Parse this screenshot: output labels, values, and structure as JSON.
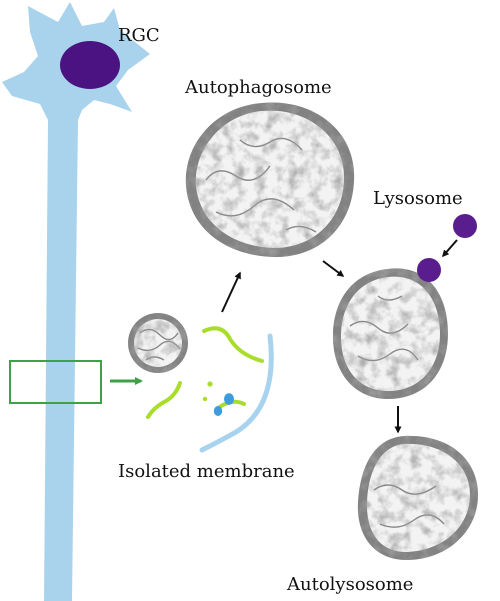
{
  "labels": {
    "rgc": "RGC",
    "autophagosome": "Autophagosome",
    "lysosome": "Lysosome",
    "isolated_membrane": "Isolated membrane",
    "autolysosome": "Autolysosome"
  },
  "colors": {
    "neuron": "#a9d3ec",
    "nucleus": "#4b1382",
    "lysosome": "#5a1d8e",
    "highlight_box": "#3fa047",
    "arrow_green": "#3fa047",
    "membrane_green": "#a8dd2c",
    "membrane_blue": "#a7d3ee",
    "vesicle_blue": "#3d9be0",
    "arrow": "#111111",
    "organelle_fill": "#f3f3f3",
    "organelle_edge": "#6c6c6c"
  }
}
